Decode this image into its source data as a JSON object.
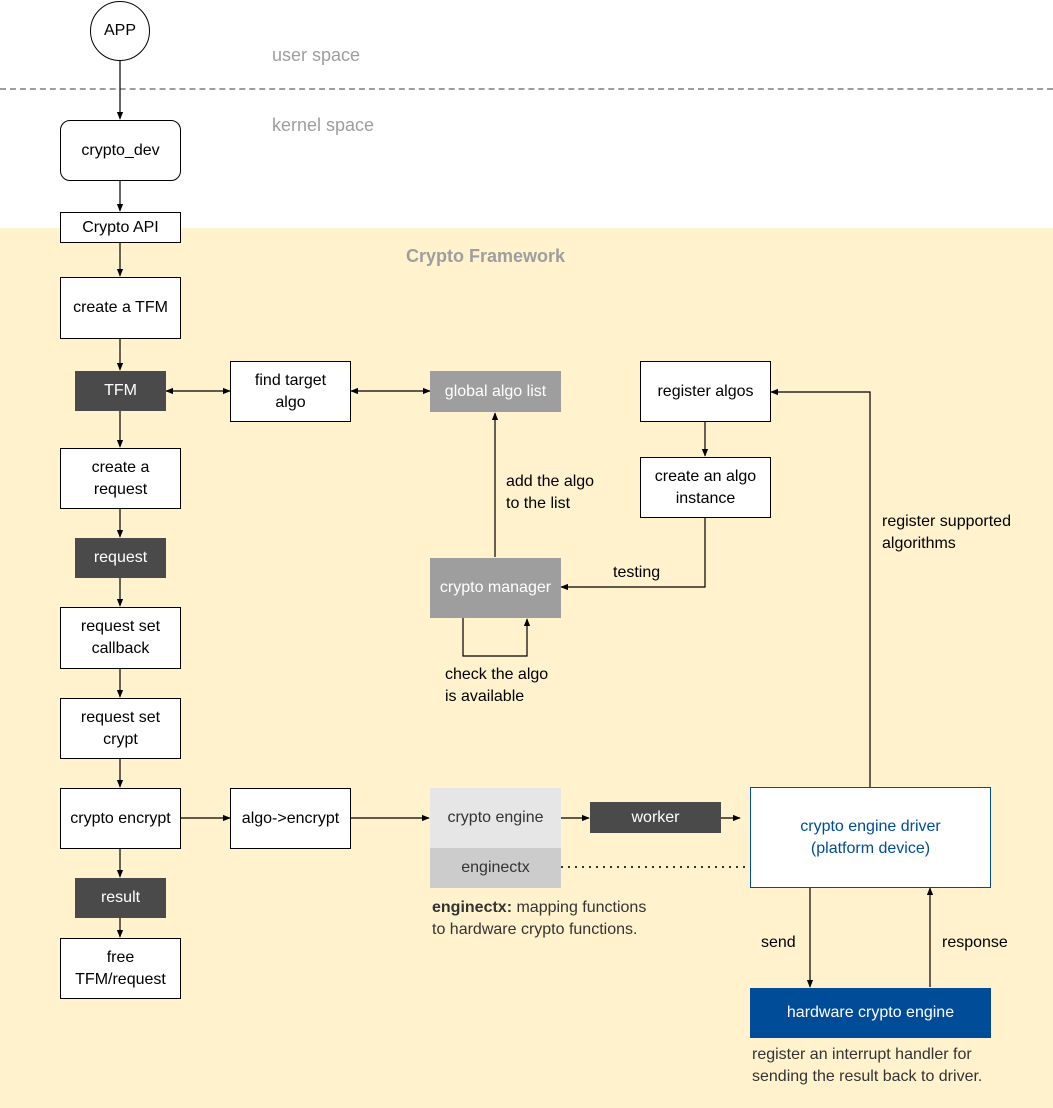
{
  "zones": {
    "user_space": "user space",
    "kernel_space": "kernel space",
    "framework_title": "Crypto Framework"
  },
  "nodes": {
    "app": "APP",
    "crypto_dev": "crypto_dev",
    "crypto_api": "Crypto API",
    "create_tfm": "create a TFM",
    "tfm": "TFM",
    "find_target_algo": "find target\nalgo",
    "global_algo_list": "global algo list",
    "register_algos": "register algos",
    "create_algo_instance": "create an algo\ninstance",
    "create_request": "create a\nrequest",
    "request": "request",
    "crypto_manager": "crypto manager",
    "request_set_callback": "request set\ncallback",
    "request_set_crypt": "request set\ncrypt",
    "crypto_encrypt": "crypto encrypt",
    "algo_encrypt": "algo->encrypt",
    "crypto_engine": "crypto engine",
    "worker": "worker",
    "enginectx": "enginectx",
    "crypto_engine_driver": "crypto engine driver\n(platform device)",
    "result": "result",
    "free_tfm_request": "free\nTFM/request",
    "hardware_crypto_engine": "hardware crypto engine"
  },
  "edge_labels": {
    "add_algo": "add the algo\nto the list",
    "testing": "testing",
    "check_algo": "check the algo\nis available",
    "register_supported": "register supported\nalgorithms",
    "send": "send",
    "response": "response"
  },
  "notes": {
    "enginectx_term": "enginectx:",
    "enginectx_desc": " mapping functions\nto hardware crypto functions.",
    "interrupt_handler": "register an interrupt handler for\nsending the result back to driver."
  },
  "colors": {
    "framework_bg": "#fff2cc",
    "dark_node": "#4a4a4a",
    "gray_node": "#9e9e9e",
    "blue": "#004c99"
  }
}
